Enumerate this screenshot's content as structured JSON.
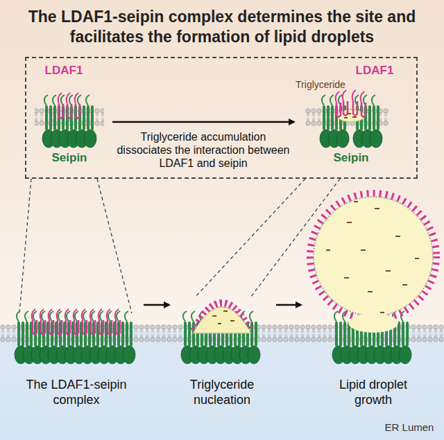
{
  "diagram": {
    "title": "The LDAF1-seipin complex determines the site and facilitates the formation of lipid droplets",
    "nodes": [
      {
        "text": [
          "Triglyceride accumulation dissociates the interaction between LDAF1 and seipin"
        ]
      }
    ],
    "labels": [
      "LDAF1",
      "LDAF1",
      "Triglyceride",
      "Seipin",
      "Seipin",
      "The LDAF1-seipin complex",
      "Triglyceride nucleation",
      "Lipid droplet growth",
      "ER Lumen"
    ]
  }
}
